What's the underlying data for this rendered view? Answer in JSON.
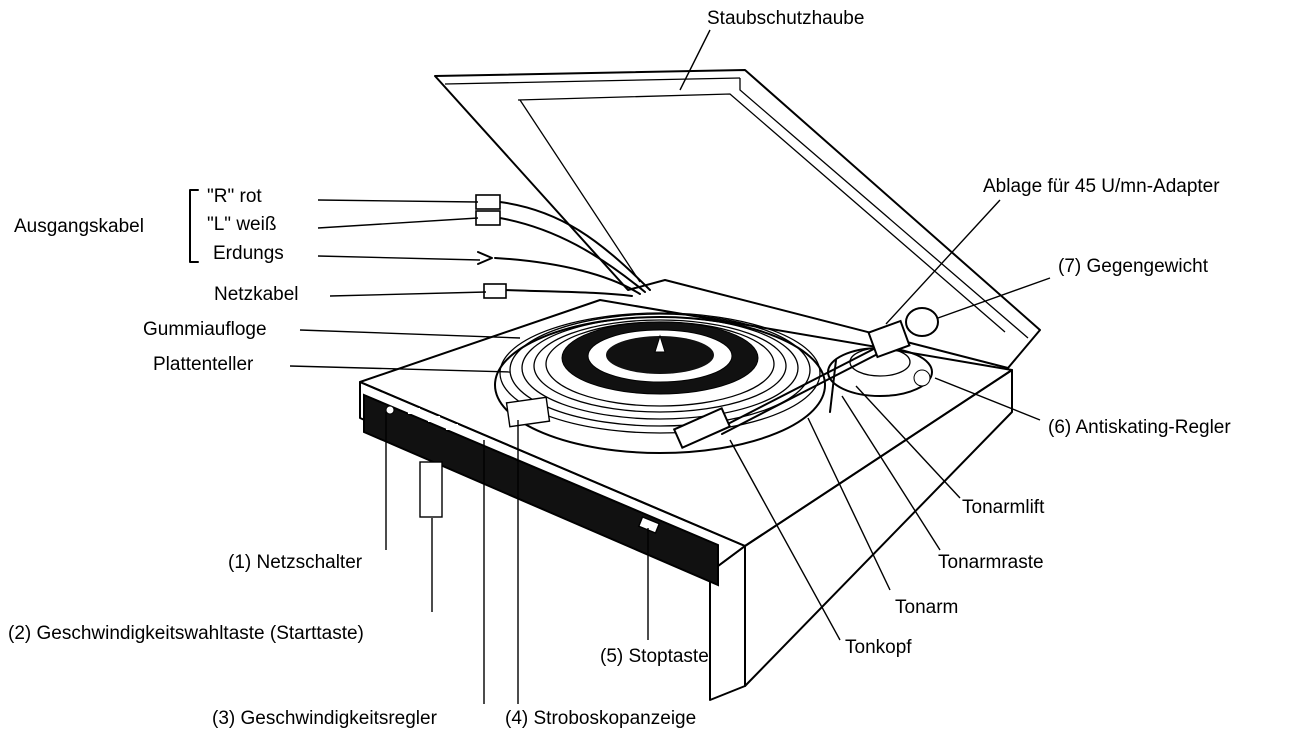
{
  "labels": {
    "staubschutzhaube": "Staubschutzhaube",
    "ausgangskabel": "Ausgangskabel",
    "r_rot": "\"R\"  rot",
    "l_weiss": "\"L\" weiß",
    "erdungs": "Erdungs",
    "netzkabel": "Netzkabel",
    "gummiaufloge": "Gummiaufloge",
    "plattenteller": "Plattenteller",
    "ablage": "Ablage für 45 U/mn-Adapter",
    "gegengewicht": "(7) Gegengewicht",
    "antiskating": "(6) Antiskating-Regler",
    "tonarmlift": "Tonarmlift",
    "tonarmraste": "Tonarmraste",
    "tonarm": "Tonarm",
    "tonkopf": "Tonkopf",
    "netzschalter": "(1) Netzschalter",
    "geschwindigkeitswahltaste": "(2) Geschwindigkeitswahltaste (Starttaste)",
    "stoptaste": "(5) Stoptaste",
    "geschwindigkeitsregler": "(3) Geschwindigkeitsregler",
    "stroboskopanzeige": "(4) Stroboskopanzeige"
  }
}
